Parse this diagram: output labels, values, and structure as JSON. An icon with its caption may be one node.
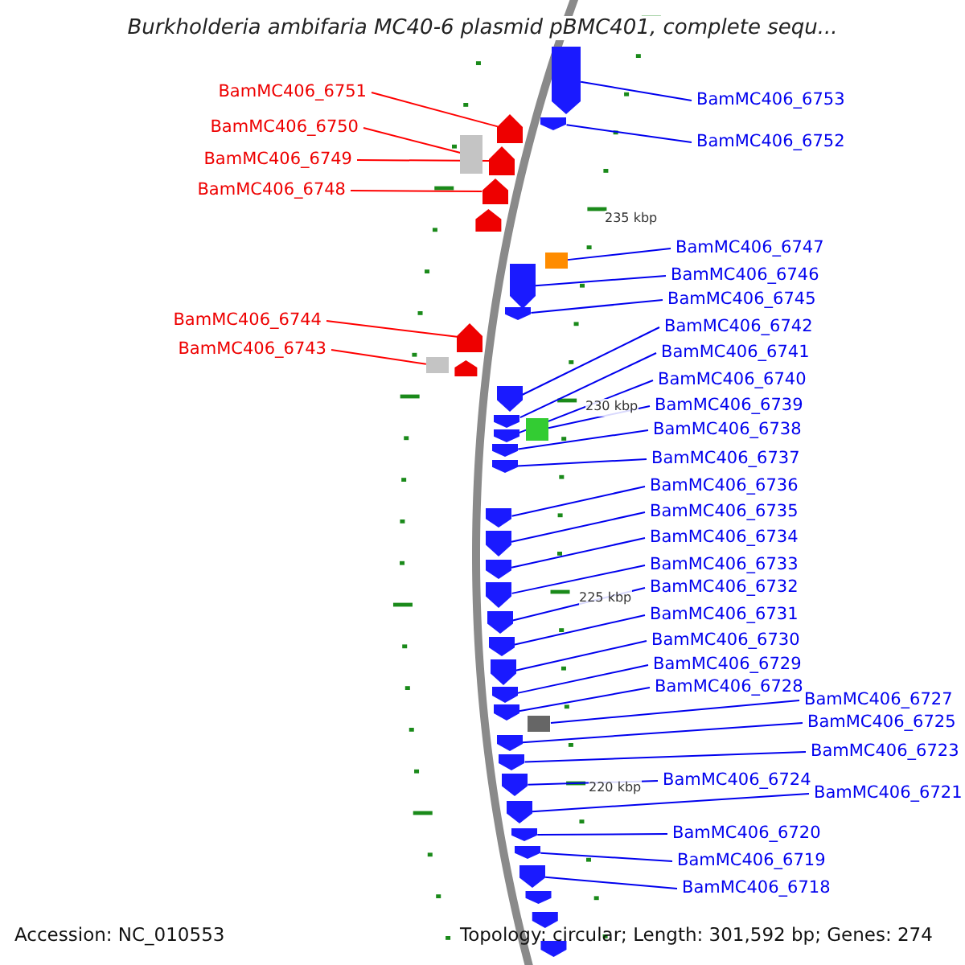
{
  "diagram": {
    "title": "Burkholderia ambifaria MC40-6 plasmid pBMC401, complete sequ...",
    "nodes": [
      {
        "text": [
          "BamMC406_6753"
        ]
      },
      {
        "text": [],
        "shape": "arrow"
      },
      {
        "text": [
          "BamMC406_6751"
        ]
      },
      {
        "text": [],
        "shape": "arrow"
      },
      {
        "text": [
          "BamMC406_6750"
        ]
      },
      {
        "text": [],
        "shape": "box"
      },
      {
        "text": [
          "BamMC406_6752"
        ]
      },
      {
        "text": [],
        "shape": "arrow"
      },
      {
        "text": [
          "BamMC406_6749"
        ]
      },
      {
        "text": [],
        "shape": "arrow"
      },
      {
        "text": [
          "BamMC406_6748"
        ]
      },
      {
        "text": [],
        "shape": "arrow"
      },
      {
        "text": [
          "BamMC406_6747"
        ]
      },
      {
        "text": [],
        "shape": "box"
      },
      {
        "text": [
          "BamMC406_6746"
        ]
      },
      {
        "text": [],
        "shape": "arrow"
      },
      {
        "text": [
          "BamMC406_6745"
        ]
      },
      {
        "text": [],
        "shape": "arrow"
      },
      {
        "text": [
          "BamMC406_6744"
        ]
      },
      {
        "text": [],
        "shape": "arrow"
      },
      {
        "text": [
          "BamMC406_6743"
        ]
      },
      {
        "text": [],
        "shape": "box"
      },
      {
        "text": [
          "BamMC406_6742"
        ]
      },
      {
        "text": [],
        "shape": "arrow"
      },
      {
        "text": [
          "BamMC406_6741"
        ]
      },
      {
        "text": [],
        "shape": "arrow"
      },
      {
        "text": [
          "BamMC406_6740"
        ]
      },
      {
        "text": [],
        "shape": "arrow"
      },
      {
        "text": [
          "BamMC406_6739"
        ]
      },
      {
        "text": [],
        "shape": "box"
      },
      {
        "text": [
          "BamMC406_6738"
        ]
      },
      {
        "text": [],
        "shape": "arrow"
      },
      {
        "text": [
          "BamMC406_6737"
        ]
      },
      {
        "text": [],
        "shape": "arrow"
      },
      {
        "text": [
          "BamMC406_6736"
        ]
      },
      {
        "text": [],
        "shape": "arrow"
      },
      {
        "text": [
          "BamMC406_6735"
        ]
      },
      {
        "text": [],
        "shape": "arrow"
      },
      {
        "text": [
          "BamMC406_6734"
        ]
      },
      {
        "text": [],
        "shape": "arrow"
      },
      {
        "text": [
          "BamMC406_6733"
        ]
      },
      {
        "text": [],
        "shape": "arrow"
      },
      {
        "text": [
          "BamMC406_6732"
        ]
      },
      {
        "text": [],
        "shape": "arrow"
      },
      {
        "text": [
          "BamMC406_6731"
        ]
      },
      {
        "text": [],
        "shape": "arrow"
      },
      {
        "text": [
          "BamMC406_6730"
        ]
      },
      {
        "text": [],
        "shape": "arrow"
      },
      {
        "text": [
          "BamMC406_6729"
        ]
      },
      {
        "text": [],
        "shape": "arrow"
      },
      {
        "text": [
          "BamMC406_6728"
        ]
      },
      {
        "text": [],
        "shape": "arrow"
      },
      {
        "text": [
          "BamMC406_6727"
        ]
      },
      {
        "text": [],
        "shape": "box"
      },
      {
        "text": [
          "BamMC406_6725"
        ]
      },
      {
        "text": [],
        "shape": "arrow"
      },
      {
        "text": [
          "BamMC406_6723"
        ]
      },
      {
        "text": [],
        "shape": "arrow"
      },
      {
        "text": [
          "BamMC406_6724"
        ]
      },
      {
        "text": [],
        "shape": "arrow"
      },
      {
        "text": [
          "BamMC406_6721"
        ]
      },
      {
        "text": [],
        "shape": "arrow"
      },
      {
        "text": [
          "BamMC406_6720"
        ]
      },
      {
        "text": [],
        "shape": "arrow"
      },
      {
        "text": [
          "BamMC406_6719"
        ]
      },
      {
        "text": [],
        "shape": "arrow"
      },
      {
        "text": [
          "BamMC406_6718"
        ]
      },
      {
        "text": [],
        "shape": "arrow"
      }
    ],
    "edges": [
      {
        "from": 0,
        "to": 1,
        "arrow": "none"
      },
      {
        "from": 2,
        "to": 3,
        "arrow": "none",
        "color": "#ff0000"
      },
      {
        "from": 4,
        "to": 5,
        "arrow": "none",
        "color": "#ff0000"
      },
      {
        "from": 6,
        "to": 7,
        "arrow": "none"
      },
      {
        "from": 8,
        "to": 9,
        "arrow": "none",
        "color": "#ff0000"
      },
      {
        "from": 10,
        "to": 11,
        "arrow": "none",
        "color": "#ff0000"
      },
      {
        "from": 12,
        "to": 13,
        "arrow": "none"
      },
      {
        "from": 14,
        "to": 15,
        "arrow": "none"
      },
      {
        "from": 16,
        "to": 17,
        "arrow": "none"
      },
      {
        "from": 18,
        "to": 19,
        "arrow": "none",
        "color": "#ff0000"
      },
      {
        "from": 20,
        "to": 21,
        "arrow": "none",
        "color": "#ff0000"
      },
      {
        "from": 22,
        "to": 23,
        "arrow": "none"
      },
      {
        "from": 24,
        "to": 25,
        "arrow": "none"
      },
      {
        "from": 26,
        "to": 27,
        "arrow": "none"
      },
      {
        "from": 28,
        "to": 29,
        "arrow": "none"
      },
      {
        "from": 30,
        "to": 31,
        "arrow": "none"
      },
      {
        "from": 32,
        "to": 33,
        "arrow": "none"
      },
      {
        "from": 34,
        "to": 35,
        "arrow": "none"
      },
      {
        "from": 36,
        "to": 37,
        "arrow": "none"
      },
      {
        "from": 38,
        "to": 39,
        "arrow": "none"
      },
      {
        "from": 40,
        "to": 41,
        "arrow": "none"
      },
      {
        "from": 42,
        "to": 43,
        "arrow": "none"
      },
      {
        "from": 44,
        "to": 45,
        "arrow": "none"
      },
      {
        "from": 46,
        "to": 47,
        "arrow": "none"
      },
      {
        "from": 48,
        "to": 49,
        "arrow": "none"
      },
      {
        "from": 50,
        "to": 51,
        "arrow": "none"
      },
      {
        "from": 52,
        "to": 53,
        "arrow": "none"
      },
      {
        "from": 54,
        "to": 55,
        "arrow": "none"
      },
      {
        "from": 56,
        "to": 57,
        "arrow": "none"
      },
      {
        "from": 58,
        "to": 59,
        "arrow": "none"
      },
      {
        "from": 60,
        "to": 61,
        "arrow": "none"
      },
      {
        "from": 62,
        "to": 63,
        "arrow": "none"
      },
      {
        "from": 64,
        "to": 65,
        "arrow": "none"
      },
      {
        "from": 66,
        "to": 67,
        "arrow": "none"
      }
    ],
    "labels": [
      "235 kbp",
      "230 kbp",
      "225 kbp",
      "220 kbp",
      "Accession: NC_010553",
      "Topology: circular; Length: 301,592 bp; Genes: 274"
    ]
  }
}
